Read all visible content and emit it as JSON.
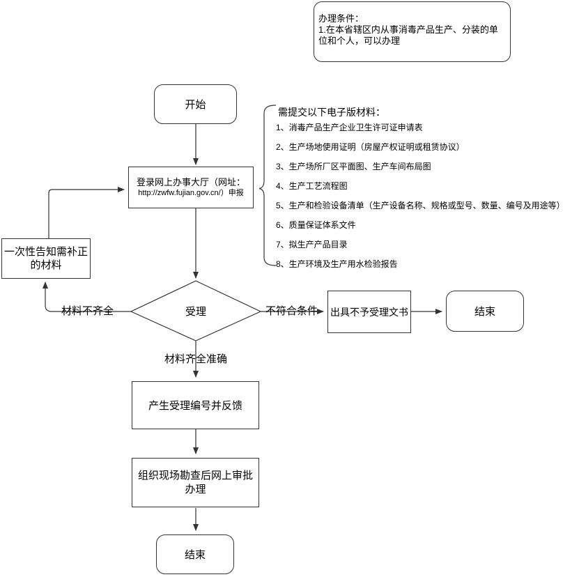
{
  "diagram": {
    "condition_note": {
      "title": "办理条件：",
      "body": "1.在本省辖区内从事消毒产品生产、分装的单位和个人，可以办理"
    },
    "nodes": {
      "start": {
        "label": "开始"
      },
      "login": {
        "line1": "登录网上办事大厅（网址：",
        "line2": "http://zwfw.fujian.gov.cn/）申报"
      },
      "notify": {
        "label": "一次性告知需补正的材料"
      },
      "decision": {
        "label": "受理"
      },
      "reject_doc": {
        "label": "出具不予受理文书"
      },
      "end_right": {
        "label": "结束"
      },
      "generate_number": {
        "label": "产生受理编号并反馈"
      },
      "site_review": {
        "label": "组织现场勘查后网上审批办理"
      },
      "end_bottom": {
        "label": "结束"
      }
    },
    "edge_labels": {
      "materials_incomplete": "材料不齐全",
      "not_meet_conditions": "不符合条件",
      "materials_complete": "材料齐全准确"
    },
    "materials": {
      "header": "需提交以下电子版材料：",
      "items": [
        "1、消毒产品生产企业卫生许可证申请表",
        "2、生产场地使用证明（房屋产权证明或租赁协议）",
        "3、生产场所厂区平面图、生产车间布局图",
        "4、生产工艺流程图",
        "5、生产和检验设备清单（生产设备名称、规格或型号、数量、编号及用途等）",
        "6、质量保证体系文件",
        "7、拟生产产品目录",
        "8、生产环境及生产用水检验报告"
      ]
    },
    "colors": {
      "stroke": "#333333",
      "background": "#ffffff",
      "text": "#000000"
    }
  }
}
